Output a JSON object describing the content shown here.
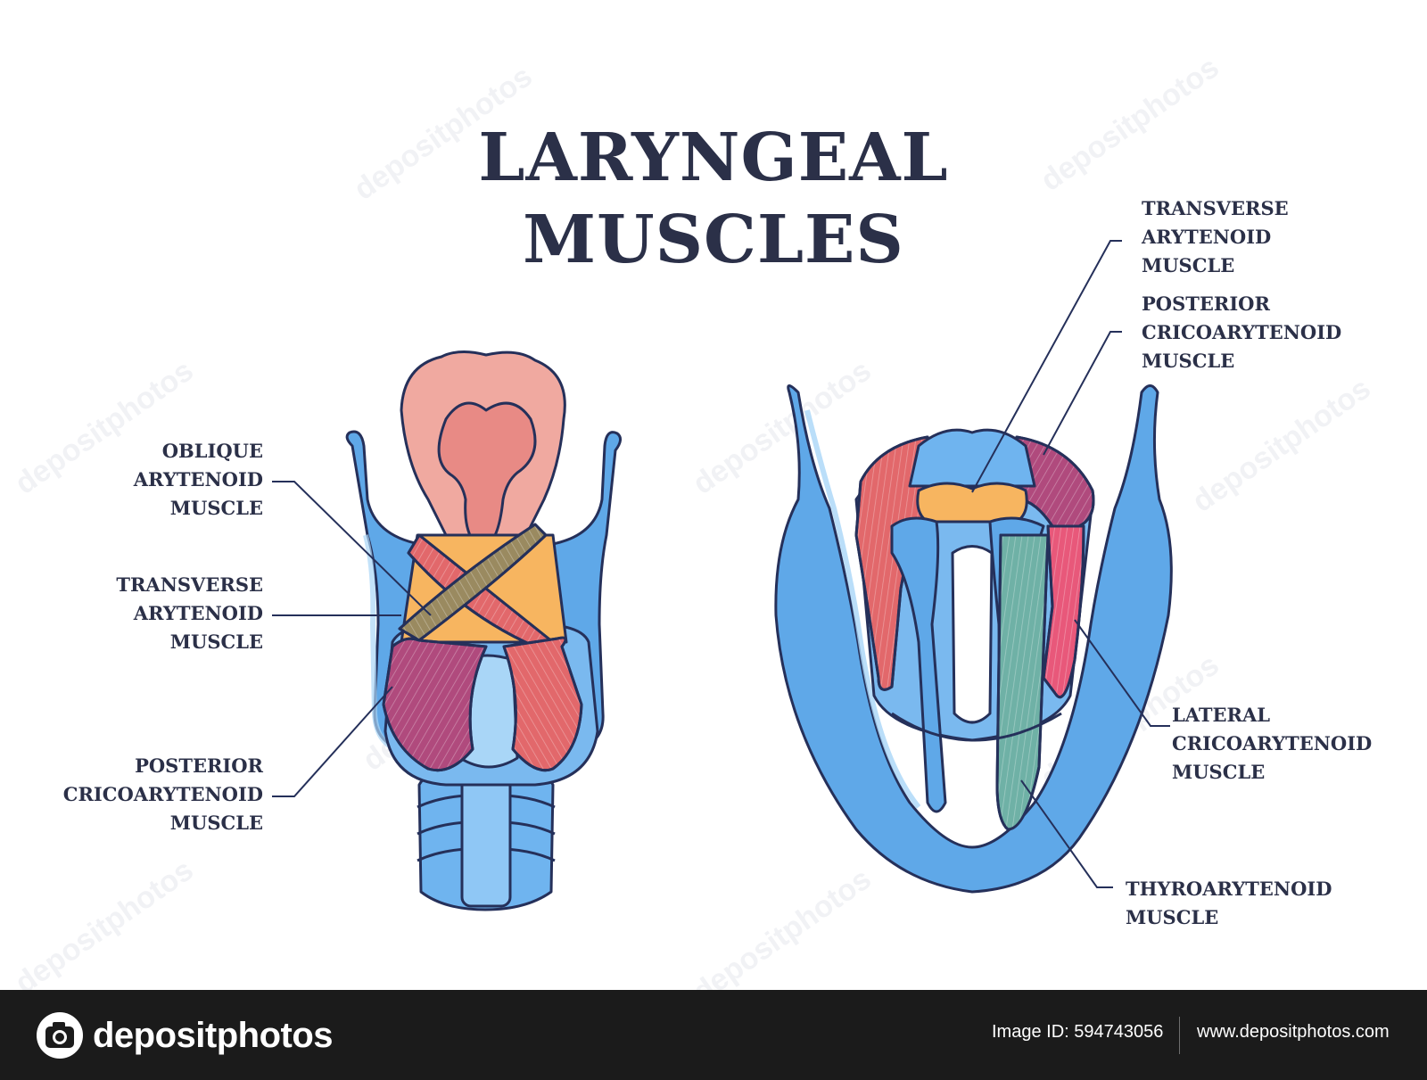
{
  "title": {
    "line1": "LARYNGEAL",
    "line2": "MUSCLES"
  },
  "left_labels": {
    "oblique": [
      "OBLIQUE",
      "ARYTENOID",
      "MUSCLE"
    ],
    "transverse": [
      "TRANSVERSE",
      "ARYTENOID",
      "MUSCLE"
    ],
    "posterior": [
      "POSTERIOR",
      "CRICOARYTENOID",
      "MUSCLE"
    ]
  },
  "right_labels": {
    "transverse": [
      "TRANSVERSE",
      "ARYTENOID",
      "MUSCLE"
    ],
    "posterior": [
      "POSTERIOR",
      "CRICOARYTENOID",
      "MUSCLE"
    ],
    "lateral": [
      "LATERAL",
      "CRICOARYTENOID",
      "MUSCLE"
    ],
    "thyroarytenoid": [
      "THYROARYTENOID",
      "MUSCLE"
    ]
  },
  "watermark": "depositphotos",
  "footer": {
    "logo": "depositphotos",
    "image_id": "Image ID: 594743056",
    "url": "www.depositphotos.com"
  },
  "colors": {
    "cartilage": "#5fa8e8",
    "cartilage_light": "#a9d6f7",
    "outline": "#25305a",
    "epiglottis": "#f0a9a0",
    "muscle_red": "#e2686b",
    "muscle_purple": "#b04a7d",
    "muscle_olive": "#9a8a60",
    "muscle_orange": "#f7b560",
    "muscle_teal": "#6fb1a6"
  }
}
